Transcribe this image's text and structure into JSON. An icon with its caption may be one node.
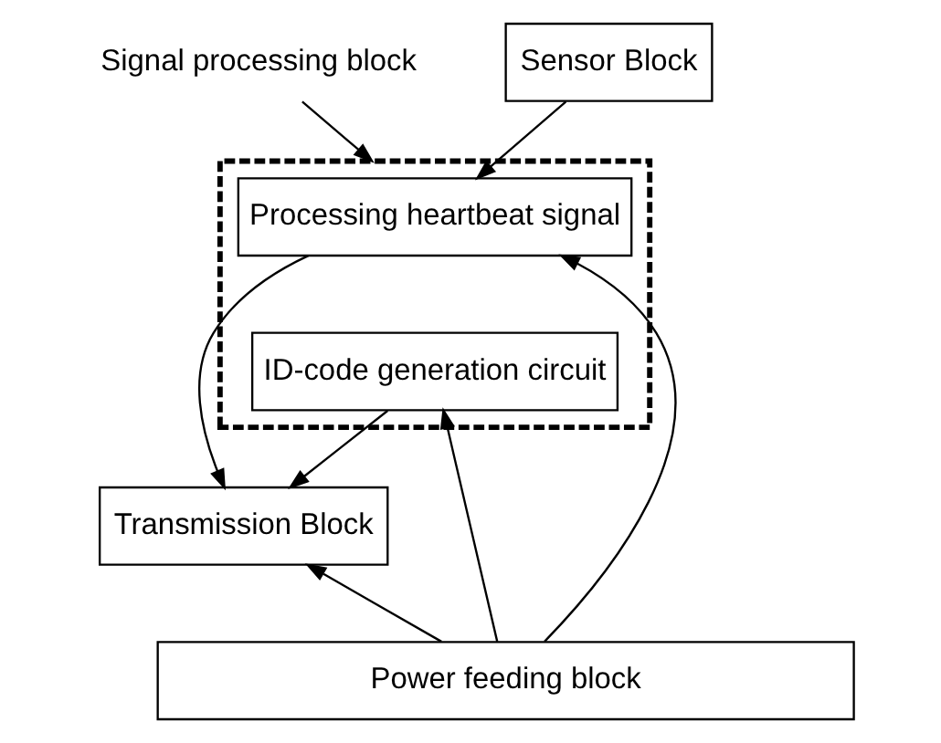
{
  "diagram": {
    "nodes": [
      {
        "text": [
          "Signal processing block"
        ]
      },
      {
        "text": [],
        "shape": "box"
      },
      {
        "text": [
          "Processing heartbeat signal"
        ],
        "in": 1
      },
      {
        "text": [
          "ID-code generation circuit"
        ],
        "in": 1
      },
      {
        "text": [
          "Sensor Block"
        ]
      },
      {
        "text": [
          "Transmission Block"
        ]
      },
      {
        "text": [
          "Power feeding block"
        ]
      }
    ],
    "edges": [
      {
        "from": 0,
        "to": 1,
        "arrow": "to"
      },
      {
        "from": 4,
        "to": 2,
        "arrow": "to"
      },
      {
        "from": 6,
        "to": 2,
        "arrow": "to"
      },
      {
        "from": 2,
        "to": 5,
        "arrow": "to"
      },
      {
        "from": 3,
        "to": 5,
        "arrow": "to"
      },
      {
        "from": 6,
        "to": 3,
        "arrow": "to"
      },
      {
        "from": 6,
        "to": 5,
        "arrow": "to"
      }
    ]
  }
}
